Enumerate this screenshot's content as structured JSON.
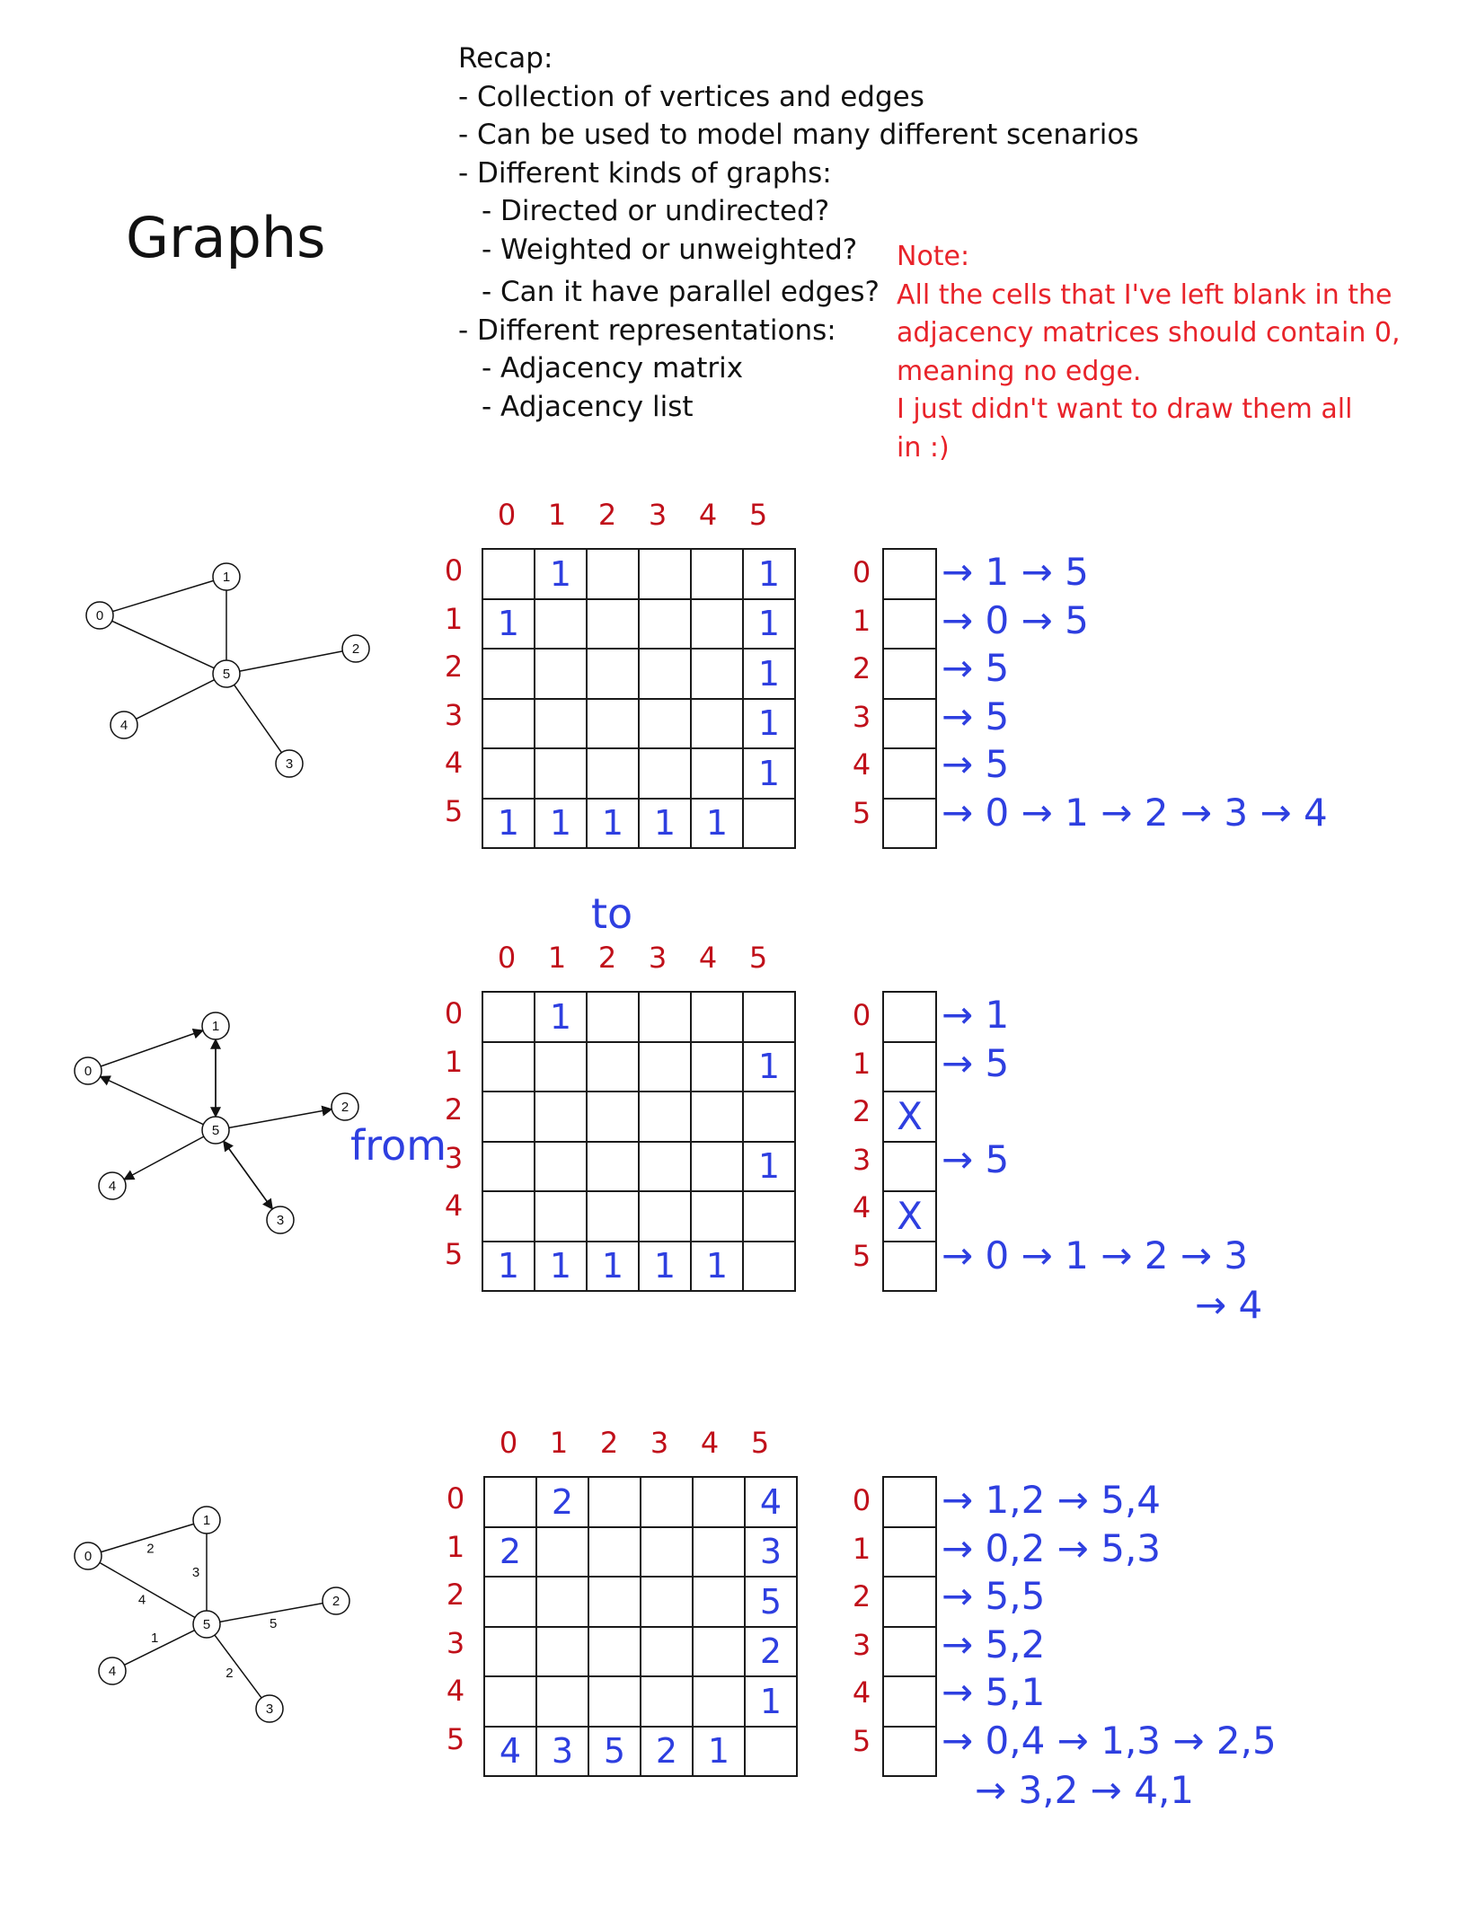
{
  "title": "Graphs",
  "recap": [
    {
      "text": "Recap:",
      "indent": 0
    },
    {
      "text": "- Collection of vertices and edges",
      "indent": 0
    },
    {
      "text": "- Can be used to model many different scenarios",
      "indent": 0
    },
    {
      "text": "- Different kinds of graphs:",
      "indent": 0
    },
    {
      "text": "- Directed or undirected?",
      "indent": 1
    },
    {
      "text": "- Weighted or unweighted?",
      "indent": 1
    },
    {
      "text": "- Can it have parallel edges?",
      "indent": 1
    },
    {
      "text": "- Different representations:",
      "indent": 0
    },
    {
      "text": "- Adjacency matrix",
      "indent": 1
    },
    {
      "text": "- Adjacency list",
      "indent": 1
    }
  ],
  "note": [
    "Note:",
    "All the cells that I've left blank in the",
    "adjacency matrices should contain 0,",
    "meaning no edge.",
    "I just didn't want to draw them all",
    "in :)"
  ],
  "index_labels": [
    "0",
    "1",
    "2",
    "3",
    "4",
    "5"
  ],
  "annotations": {
    "to": "to",
    "from": "from"
  },
  "sections": [
    {
      "graph": {
        "type": "undirected",
        "nodes": [
          "0",
          "1",
          "2",
          "3",
          "4",
          "5"
        ],
        "edges": [
          [
            "0",
            "1",
            ""
          ],
          [
            "0",
            "5",
            ""
          ],
          [
            "1",
            "5",
            ""
          ],
          [
            "5",
            "2",
            ""
          ],
          [
            "5",
            "3",
            ""
          ],
          [
            "5",
            "4",
            ""
          ]
        ]
      },
      "matrix": [
        [
          "",
          "1",
          "",
          "",
          "",
          "1"
        ],
        [
          "1",
          "",
          "",
          "",
          "",
          "1"
        ],
        [
          "",
          "",
          "",
          "",
          "",
          "1"
        ],
        [
          "",
          "",
          "",
          "",
          "",
          "1"
        ],
        [
          "",
          "",
          "",
          "",
          "",
          "1"
        ],
        [
          "1",
          "1",
          "1",
          "1",
          "1",
          ""
        ]
      ],
      "list_cells": [
        "",
        "",
        "",
        "",
        "",
        ""
      ],
      "list": [
        "→ 1 → 5",
        "→ 0 → 5",
        "→ 5",
        "→ 5",
        "→ 5",
        "→ 0 → 1 → 2 → 3 → 4"
      ],
      "list_extra": ""
    },
    {
      "graph": {
        "type": "directed",
        "nodes": [
          "0",
          "1",
          "2",
          "3",
          "4",
          "5"
        ],
        "edges": [
          [
            "0",
            "1",
            ""
          ],
          [
            "5",
            "0",
            ""
          ],
          [
            "1",
            "5",
            ""
          ],
          [
            "5",
            "1",
            ""
          ],
          [
            "5",
            "2",
            ""
          ],
          [
            "5",
            "4",
            ""
          ],
          [
            "3",
            "5",
            ""
          ],
          [
            "5",
            "3",
            ""
          ]
        ]
      },
      "matrix": [
        [
          "",
          "1",
          "",
          "",
          "",
          ""
        ],
        [
          "",
          "",
          "",
          "",
          "",
          "1"
        ],
        [
          "",
          "",
          "",
          "",
          "",
          ""
        ],
        [
          "",
          "",
          "",
          "",
          "",
          "1"
        ],
        [
          "",
          "",
          "",
          "",
          "",
          ""
        ],
        [
          "1",
          "1",
          "1",
          "1",
          "1",
          ""
        ]
      ],
      "list_cells": [
        "",
        "",
        "X",
        "",
        "X",
        ""
      ],
      "list": [
        "→ 1",
        "→ 5",
        "",
        "→ 5",
        "",
        "→ 0 → 1 → 2 → 3"
      ],
      "list_extra": "→ 4"
    },
    {
      "graph": {
        "type": "weighted",
        "nodes": [
          "0",
          "1",
          "2",
          "3",
          "4",
          "5"
        ],
        "edges": [
          [
            "0",
            "1",
            "2"
          ],
          [
            "0",
            "5",
            "4"
          ],
          [
            "1",
            "5",
            "3"
          ],
          [
            "5",
            "2",
            "5"
          ],
          [
            "5",
            "3",
            "2"
          ],
          [
            "5",
            "4",
            "1"
          ]
        ]
      },
      "matrix": [
        [
          "",
          "2",
          "",
          "",
          "",
          "4"
        ],
        [
          "2",
          "",
          "",
          "",
          "",
          "3"
        ],
        [
          "",
          "",
          "",
          "",
          "",
          "5"
        ],
        [
          "",
          "",
          "",
          "",
          "",
          "2"
        ],
        [
          "",
          "",
          "",
          "",
          "",
          "1"
        ],
        [
          "4",
          "3",
          "5",
          "2",
          "1",
          ""
        ]
      ],
      "list_cells": [
        "",
        "",
        "",
        "",
        "",
        ""
      ],
      "list": [
        "→ 1,2 → 5,4",
        "→ 0,2 → 5,3",
        "→ 5,5",
        "→ 5,2",
        "→ 5,1",
        "→ 0,4 → 1,3 → 2,5"
      ],
      "list_extra": "→ 3,2 → 4,1"
    }
  ]
}
